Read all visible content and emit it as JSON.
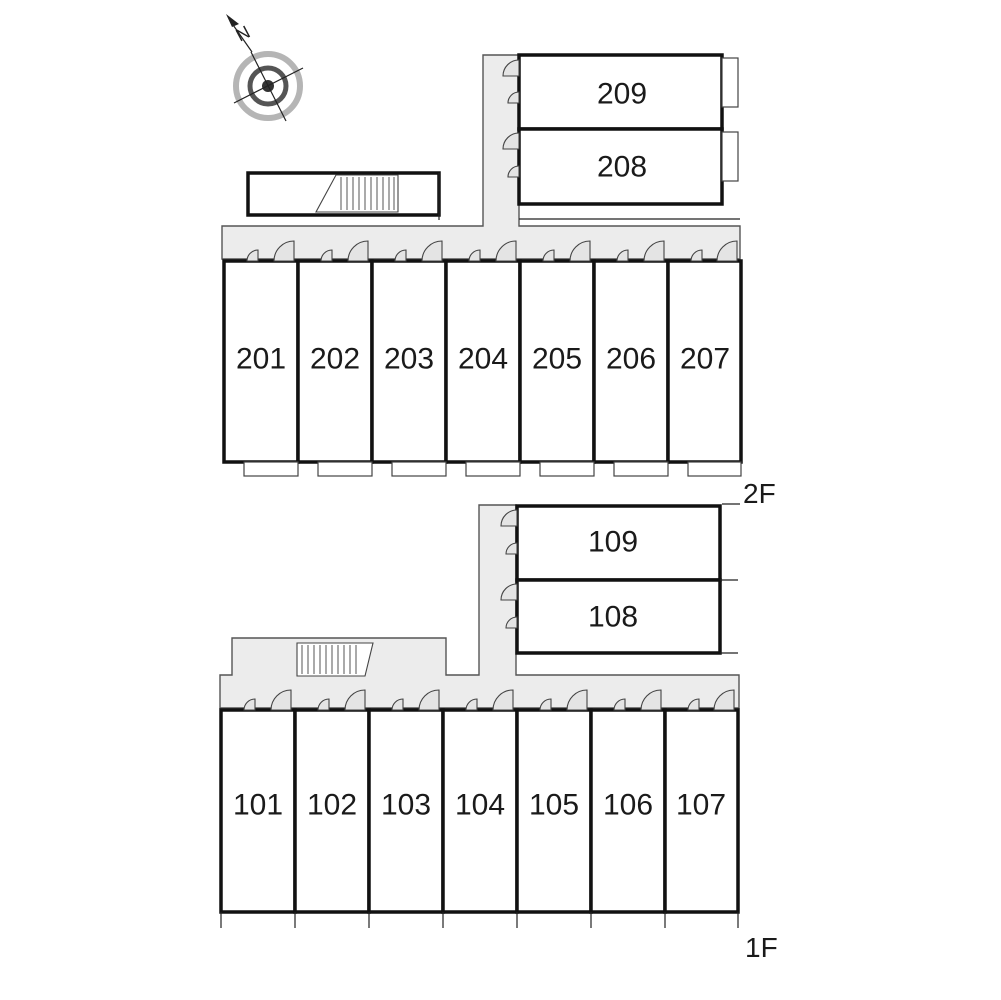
{
  "floors": [
    {
      "id": "2F",
      "label": "2F",
      "rooms_row": [
        "201",
        "202",
        "203",
        "204",
        "205",
        "206",
        "207"
      ],
      "rooms_stack": [
        "209",
        "208"
      ]
    },
    {
      "id": "1F",
      "label": "1F",
      "rooms_row": [
        "101",
        "102",
        "103",
        "104",
        "105",
        "106",
        "107"
      ],
      "rooms_stack": [
        "109",
        "108"
      ]
    }
  ],
  "compass": {
    "direction_letter": "N"
  },
  "colors": {
    "corridor": "#ececec",
    "wall": "#111111",
    "background": "#ffffff"
  }
}
